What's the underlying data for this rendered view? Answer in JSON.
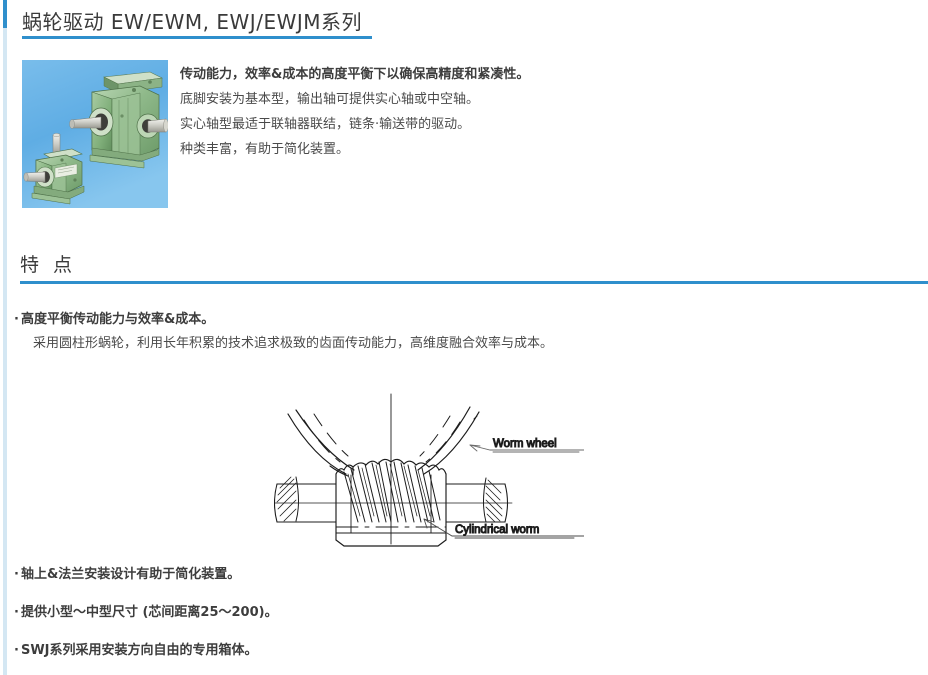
{
  "theme": {
    "accent": "#2f8fcc",
    "rail": "#d4e7f3",
    "text": "#4a4a4a",
    "heading": "#3a3a3a"
  },
  "header": {
    "title": "蜗轮驱动 EW/EWM, EWJ/EWJM系列"
  },
  "hero": {
    "image_alt": "worm-gear-reducer-photo",
    "lines": [
      "传动能力，效率&成本的高度平衡下以确保高精度和紧凑性。",
      "底脚安装为基本型，输出轴可提供实心轴或中空轴。",
      "实心轴型最适于联轴器联结，链条·输送带的驱动。",
      "种类丰富，有助于简化装置。"
    ]
  },
  "features": {
    "heading": "特 点",
    "bullet_mark": "·",
    "items": [
      {
        "title": "高度平衡传动能力与效率&成本。",
        "detail": "采用圆柱形蜗轮，利用长年积累的技术追求极致的齿面传动能力，高维度融合效率与成本。"
      },
      {
        "title": "轴上&法兰安装设计有助于简化装置。",
        "detail": ""
      },
      {
        "title": "提供小型～中型尺寸 (芯间距离25～200)。",
        "detail": ""
      },
      {
        "title": "SWJ系列采用安装方向自由的专用箱体。",
        "detail": ""
      }
    ]
  },
  "diagram": {
    "name": "worm-gear-cross-section",
    "labels": {
      "worm_wheel": "Worm wheel",
      "cylindrical_worm": "Cylindrical worm"
    }
  }
}
